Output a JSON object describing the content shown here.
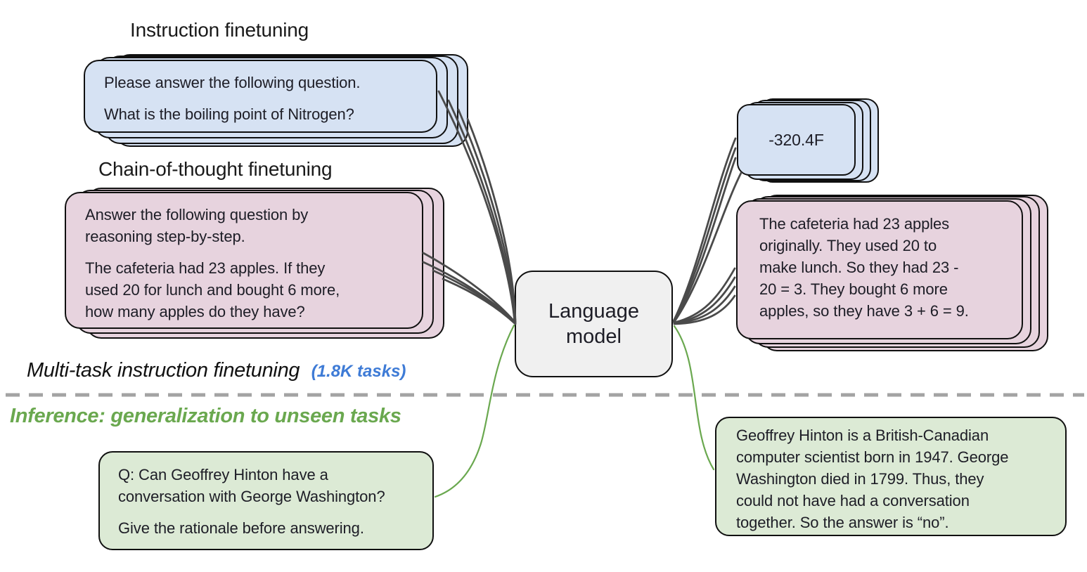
{
  "headings": {
    "instruction_finetuning": "Instruction finetuning",
    "chain_of_thought_finetuning": "Chain-of-thought finetuning",
    "multitask_label": "Multi-task instruction finetuning",
    "multitask_tasks": "(1.8K tasks)",
    "inference_label": "Inference: generalization to unseen tasks"
  },
  "model": {
    "label": "Language model"
  },
  "cards": {
    "instruction_prompt": {
      "para1": "Please answer the following question.",
      "para2": "What is the boiling point of Nitrogen?"
    },
    "cot_prompt": {
      "para1": "Answer the following question by\nreasoning step-by-step.",
      "para2": "The cafeteria had 23 apples. If they\nused 20 for lunch and bought 6 more,\nhow many apples do they have?"
    },
    "instruction_answer": {
      "text": "-320.4F"
    },
    "cot_answer": {
      "text": "The cafeteria had 23 apples\noriginally. They used 20 to\nmake lunch. So they had 23 -\n20 = 3. They bought 6 more\napples, so they have 3 + 6 = 9."
    },
    "inference_prompt": {
      "para1": "Q: Can Geoffrey Hinton have a\nconversation with George Washington?",
      "para2": "Give the rationale before answering."
    },
    "inference_answer": {
      "text": "Geoffrey Hinton is a British-Canadian\ncomputer scientist born in 1947. George\nWashington died in 1799. Thus, they\ncould not have had a conversation\ntogether. So the answer is “no”."
    }
  },
  "colors": {
    "card_blue": "#d6e2f3",
    "card_pink": "#e7d3de",
    "card_green": "#dcead5",
    "model_gray": "#f0f0f0",
    "accent_blue": "#3e7bd6",
    "accent_green": "#6aa84f",
    "connector_gray": "#4a4a4a",
    "divider_gray": "#a3a3a3"
  }
}
